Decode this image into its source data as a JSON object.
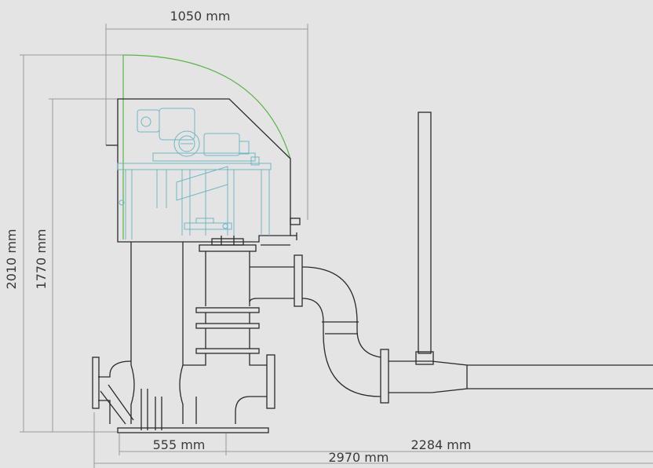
{
  "drawing": {
    "dimensions": {
      "top_width": "1050 mm",
      "total_height": "2010 mm",
      "body_height": "1770 mm",
      "base_width": "555 mm",
      "outlet_length": "2284 mm",
      "total_length": "2970 mm"
    },
    "colors": {
      "background": "#e4e4e4",
      "outline": "#2a2a2a",
      "dimension_line": "#9a9a9a",
      "motor_assembly": "#6fb7c4",
      "swing_arc": "#58b548"
    }
  }
}
